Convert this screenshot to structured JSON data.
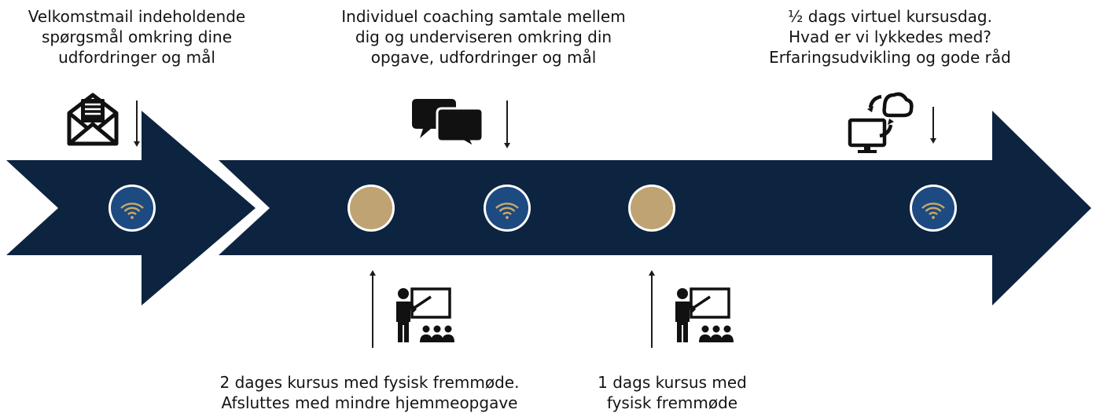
{
  "colors": {
    "arrow": "#0d2440",
    "gold": "#bfa372",
    "ring": "#ffffff",
    "online_fill": "#1d4a80",
    "wifi": "#c9a96a",
    "icon": "#111111"
  },
  "labels": {
    "welcome": [
      "Velkomstmail indeholdende",
      "spørgsmål omkring dine",
      "udfordringer og mål"
    ],
    "coaching": [
      "Individuel coaching samtale mellem",
      "dig og underviseren omkring din",
      "opgave, udfordringer og mål"
    ],
    "virtual": [
      "½ dags virtuel kursusdag.",
      "Hvad er vi lykkedes med?",
      "Erfaringsudvikling og gode råd"
    ],
    "course2": [
      "2 dages kursus med fysisk fremmøde.",
      "Afsluttes med mindre hjemmeopgave"
    ],
    "course1": [
      "1 dags kursus med",
      "fysisk fremmøde"
    ]
  },
  "milestones": [
    {
      "kind": "online",
      "icon": "wifi-icon"
    },
    {
      "kind": "physical",
      "icon": "none"
    },
    {
      "kind": "online",
      "icon": "wifi-icon"
    },
    {
      "kind": "physical",
      "icon": "none"
    },
    {
      "kind": "online",
      "icon": "wifi-icon"
    }
  ],
  "icons": {
    "email": "envelope-letter-icon",
    "chat": "chat-bubbles-icon",
    "virtual": "computer-cloud-sync-icon",
    "teacher": "teacher-presentation-icon"
  }
}
